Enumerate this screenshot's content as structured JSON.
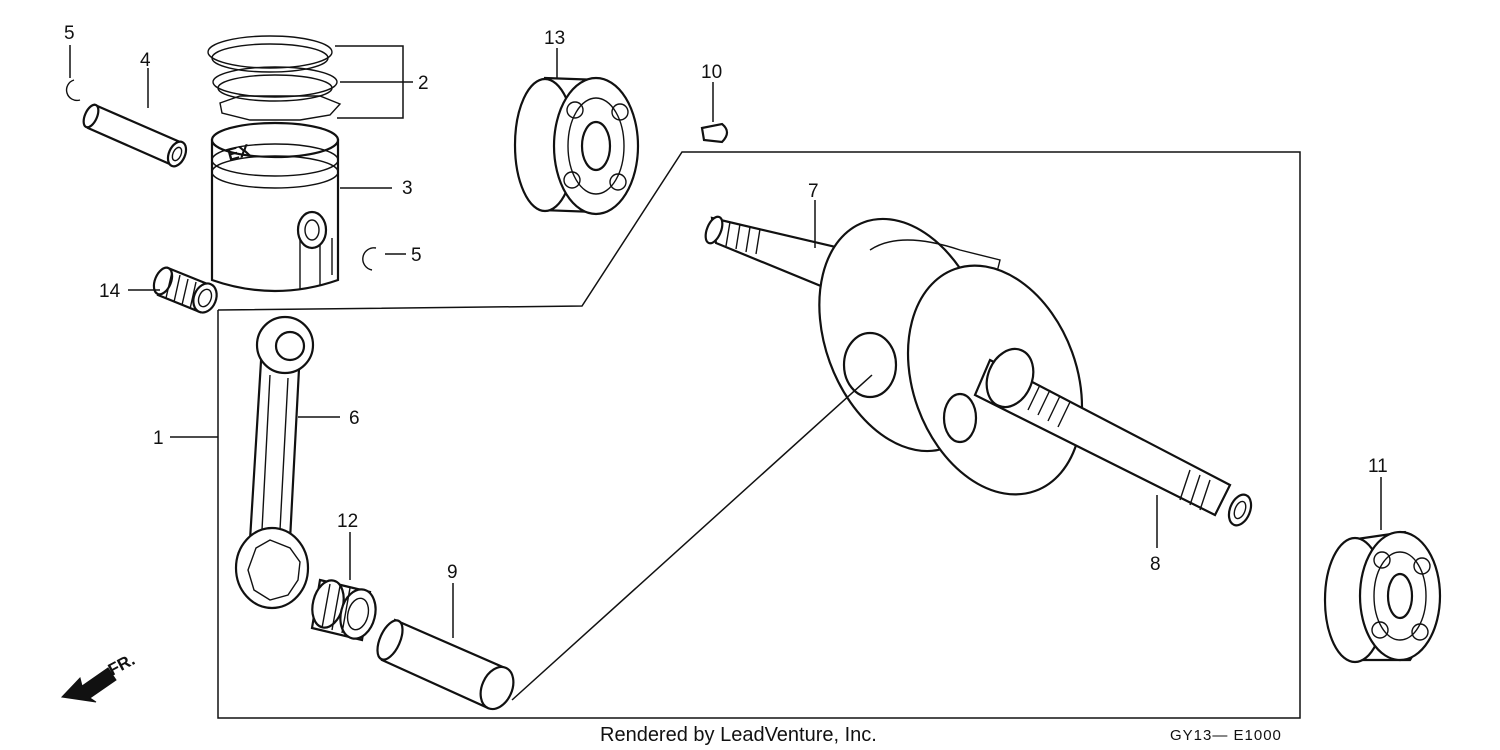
{
  "callouts": {
    "c1": "1",
    "c2": "2",
    "c3": "3",
    "c4": "4",
    "c5a": "5",
    "c5b": "5",
    "c6": "6",
    "c7": "7",
    "c8": "8",
    "c9": "9",
    "c10": "10",
    "c11": "11",
    "c12": "12",
    "c13": "13",
    "c14": "14"
  },
  "front_marker": "FR.",
  "footer": {
    "credit": "Rendered by LeadVenture, Inc.",
    "diagram_code": "GY13— E1000"
  }
}
